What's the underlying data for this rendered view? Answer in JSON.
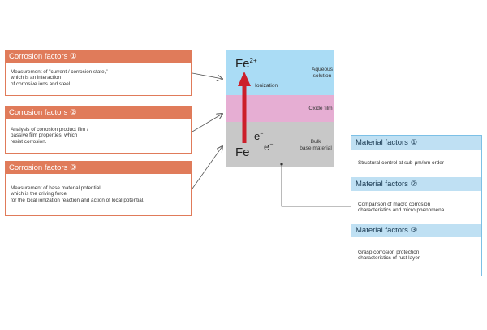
{
  "corrosion_factors": [
    {
      "title": "Corrosion factors ①",
      "body": "Measurement of \"current / corrosion state,\"\nwhich is an interaction\nof corrosive ions and steel."
    },
    {
      "title": "Corrosion factors ②",
      "body": "Analysis of corrosion product film /\npassive film properties, which\nresist corrosion."
    },
    {
      "title": "Corrosion factors ③",
      "body": "Measurement of base material potential,\nwhich is the driving force\nfor the local ionization reaction and action of local potential."
    }
  ],
  "material_factors": [
    {
      "title": "Material factors ①",
      "body": "Structural control at sub-μm/nm order"
    },
    {
      "title": "Material factors ②",
      "body": "Comparison of macro corrosion\ncharacteristics and micro phenomena"
    },
    {
      "title": "Material factors ③",
      "body": "Grasp corrosion protection\ncharacteristics of rust layer"
    }
  ],
  "layers": {
    "aqueous": "Aqueous\nsolution",
    "oxide": "Oxide film",
    "bulk": "Bulk\nbase material",
    "ionization": "Ionization"
  },
  "chem": {
    "fe_ion": "Fe",
    "fe_ion_charge": "2+",
    "fe": "Fe",
    "electron": "e",
    "electron_charge": "−"
  },
  "colors": {
    "corrosion_accent": "#e07b5a",
    "material_accent": "#7cc0e6",
    "material_head": "#bfe0f3",
    "aqueous": "#aadcf5",
    "oxide": "#e6aed3",
    "bulk": "#c8c8c8",
    "arrow": "#cc1f2a"
  }
}
